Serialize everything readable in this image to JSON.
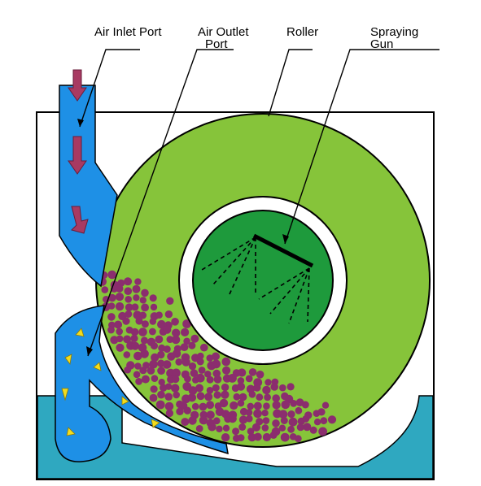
{
  "labels": {
    "air_inlet_port": "Air Inlet Port",
    "air_outlet_port_line1": "Air Outlet",
    "air_outlet_port_line2": "Port",
    "roller": "Roller",
    "spraying_gun_line1": "Spraying",
    "spraying_gun_line2": "Gun"
  },
  "colors": {
    "duct_blue": "#1e90e6",
    "roller_green": "#86c43a",
    "drum_dark_green": "#1e9a3c",
    "liquid_teal": "#2fa8c0",
    "particle_purple": "#8b2d6e",
    "inlet_arrow": "#a83a62",
    "outlet_arrow": "#f2dc1e",
    "outline": "#000000"
  }
}
